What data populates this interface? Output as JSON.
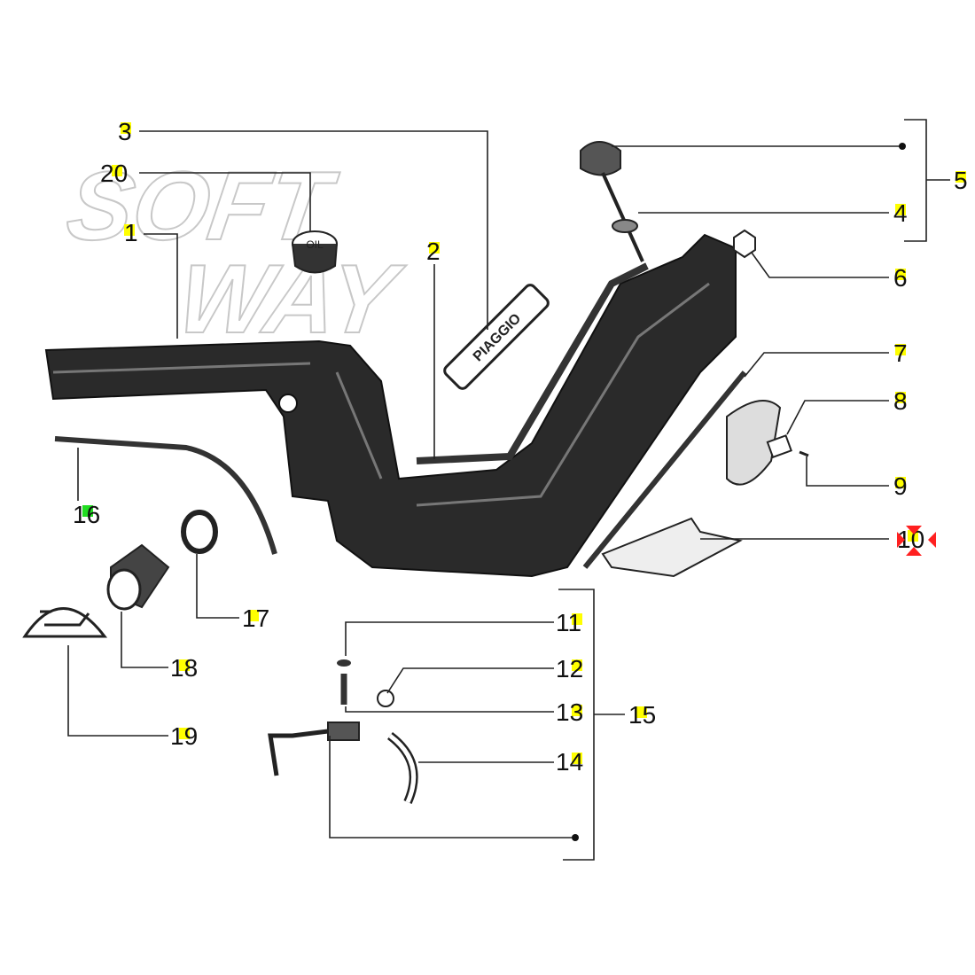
{
  "watermark": {
    "line1": "SOFT",
    "line2": "WAY"
  },
  "badge_text": "PIAGGIO",
  "cap_text": "OIL",
  "highlight_colors": {
    "yellow": "#ffff00",
    "green": "#22dd22",
    "marker": "#ff2020"
  },
  "callouts": {
    "c1": "1",
    "c2": "2",
    "c3": "3",
    "c4": "4",
    "c5": "5",
    "c6": "6",
    "c7": "7",
    "c8": "8",
    "c9": "9",
    "c10": "10",
    "c11": "11",
    "c12": "12",
    "c13": "13",
    "c14": "14",
    "c15": "15",
    "c16": "16",
    "c17": "17",
    "c18": "18",
    "c19": "19",
    "c20": "20"
  }
}
